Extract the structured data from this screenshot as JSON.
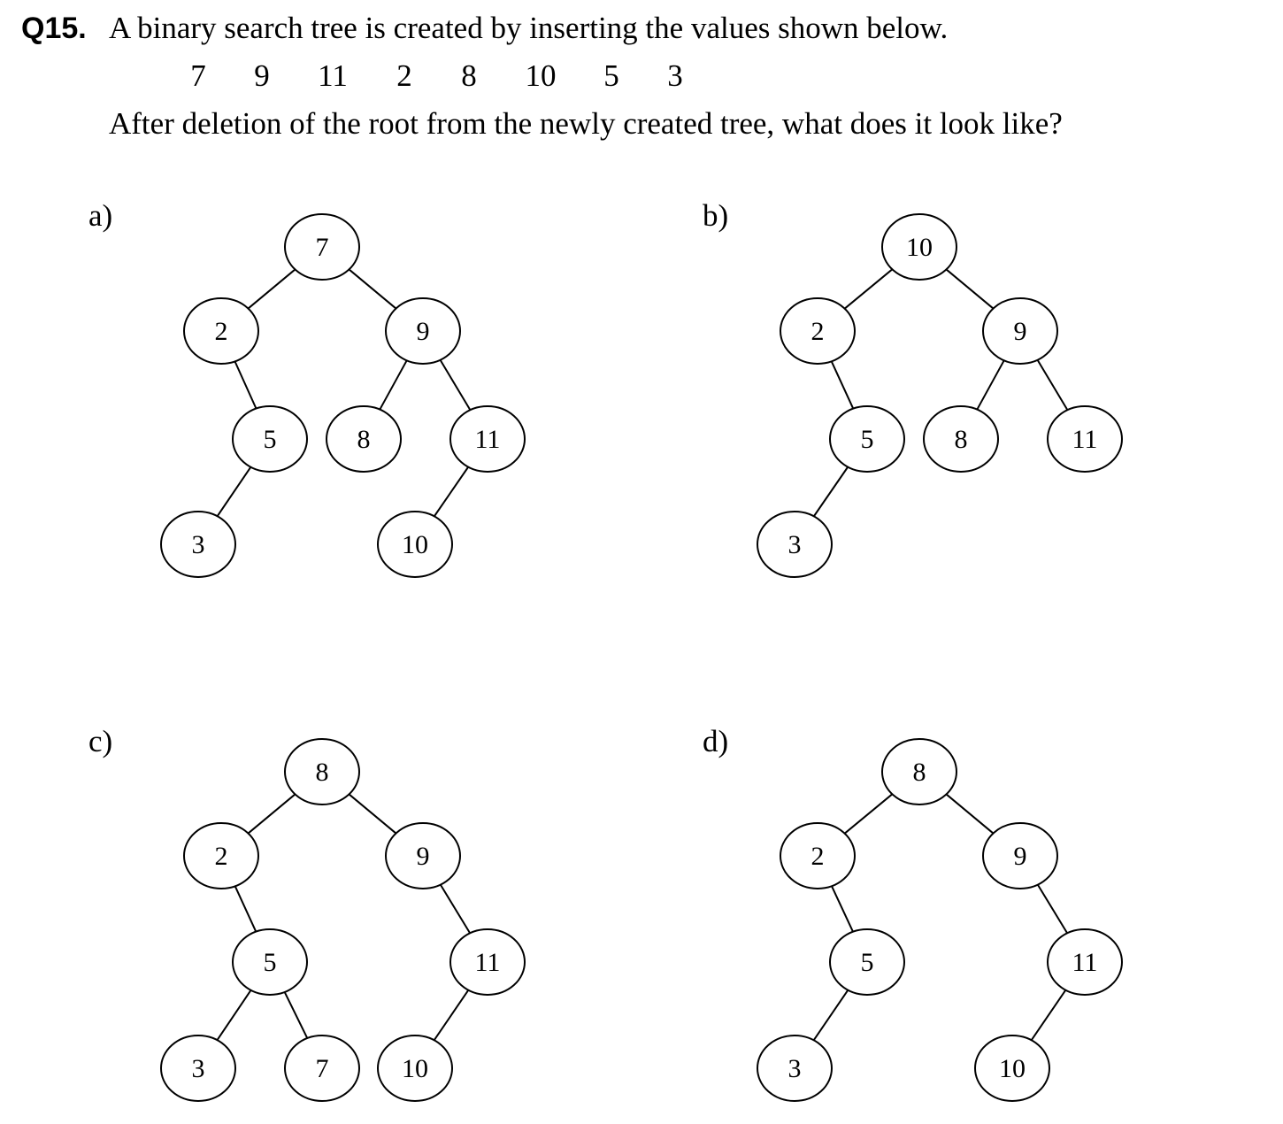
{
  "question": {
    "number": "Q15.",
    "text": "A binary search tree is created by inserting the values shown below.",
    "values": [
      "7",
      "9",
      "11",
      "2",
      "8",
      "10",
      "5",
      "3"
    ],
    "subtext": "After deletion of the root from the newly created tree, what does it look like?"
  },
  "options": [
    {
      "label": "a)",
      "nodes": [
        {
          "id": "n7",
          "value": "7"
        },
        {
          "id": "n2",
          "value": "2"
        },
        {
          "id": "n9",
          "value": "9"
        },
        {
          "id": "n5",
          "value": "5"
        },
        {
          "id": "n8",
          "value": "8"
        },
        {
          "id": "n11",
          "value": "11"
        },
        {
          "id": "n3",
          "value": "3"
        },
        {
          "id": "n10",
          "value": "10"
        }
      ],
      "edges": [
        [
          "n7",
          "n2"
        ],
        [
          "n7",
          "n9"
        ],
        [
          "n2",
          "n5"
        ],
        [
          "n9",
          "n8"
        ],
        [
          "n9",
          "n11"
        ],
        [
          "n5",
          "n3"
        ],
        [
          "n11",
          "n10"
        ]
      ]
    },
    {
      "label": "b)",
      "nodes": [
        {
          "id": "n10",
          "value": "10"
        },
        {
          "id": "n2",
          "value": "2"
        },
        {
          "id": "n9",
          "value": "9"
        },
        {
          "id": "n5",
          "value": "5"
        },
        {
          "id": "n8",
          "value": "8"
        },
        {
          "id": "n11",
          "value": "11"
        },
        {
          "id": "n3",
          "value": "3"
        }
      ],
      "edges": [
        [
          "n10",
          "n2"
        ],
        [
          "n10",
          "n9"
        ],
        [
          "n2",
          "n5"
        ],
        [
          "n9",
          "n8"
        ],
        [
          "n9",
          "n11"
        ],
        [
          "n5",
          "n3"
        ]
      ]
    },
    {
      "label": "c)",
      "nodes": [
        {
          "id": "n8",
          "value": "8"
        },
        {
          "id": "n2",
          "value": "2"
        },
        {
          "id": "n9",
          "value": "9"
        },
        {
          "id": "n5",
          "value": "5"
        },
        {
          "id": "n11",
          "value": "11"
        },
        {
          "id": "n3",
          "value": "3"
        },
        {
          "id": "n7",
          "value": "7"
        },
        {
          "id": "n10",
          "value": "10"
        }
      ],
      "edges": [
        [
          "n8",
          "n2"
        ],
        [
          "n8",
          "n9"
        ],
        [
          "n2",
          "n5"
        ],
        [
          "n9",
          "n11"
        ],
        [
          "n5",
          "n3"
        ],
        [
          "n5",
          "n7"
        ],
        [
          "n11",
          "n10"
        ]
      ]
    },
    {
      "label": "d)",
      "nodes": [
        {
          "id": "n8",
          "value": "8"
        },
        {
          "id": "n2",
          "value": "2"
        },
        {
          "id": "n9",
          "value": "9"
        },
        {
          "id": "n5",
          "value": "5"
        },
        {
          "id": "n11",
          "value": "11"
        },
        {
          "id": "n3",
          "value": "3"
        },
        {
          "id": "n10",
          "value": "10"
        }
      ],
      "edges": [
        [
          "n8",
          "n2"
        ],
        [
          "n8",
          "n9"
        ],
        [
          "n2",
          "n5"
        ],
        [
          "n9",
          "n11"
        ],
        [
          "n5",
          "n3"
        ],
        [
          "n11",
          "n10"
        ]
      ]
    }
  ]
}
